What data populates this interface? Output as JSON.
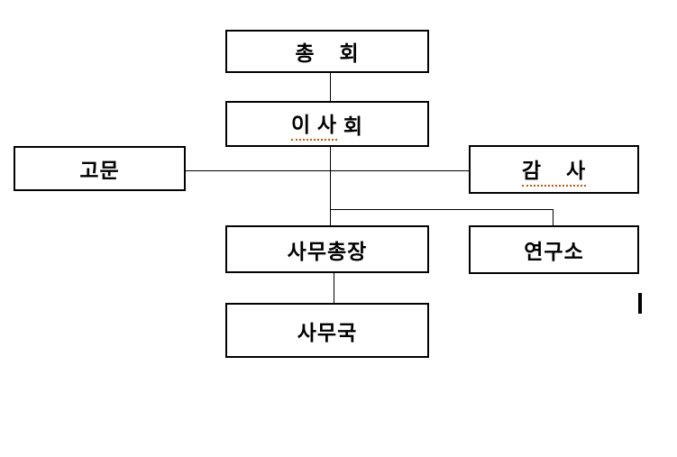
{
  "diagram": {
    "type": "org-chart",
    "nodes": {
      "general_assembly": {
        "label": "총    회"
      },
      "board_of_directors": {
        "label_underlined": "이 사",
        "label_rest": " 회"
      },
      "advisor": {
        "label": "고문"
      },
      "auditor": {
        "label": "감    사"
      },
      "secretary_general": {
        "label": "사무총장"
      },
      "research_institute": {
        "label": "연구소"
      },
      "secretariat": {
        "label": "사무국"
      }
    },
    "colors": {
      "box_border": "#000000",
      "connector_line": "#000000",
      "text": "#000000",
      "spellcheck_underline": "#cc5500",
      "background": "#ffffff"
    }
  }
}
